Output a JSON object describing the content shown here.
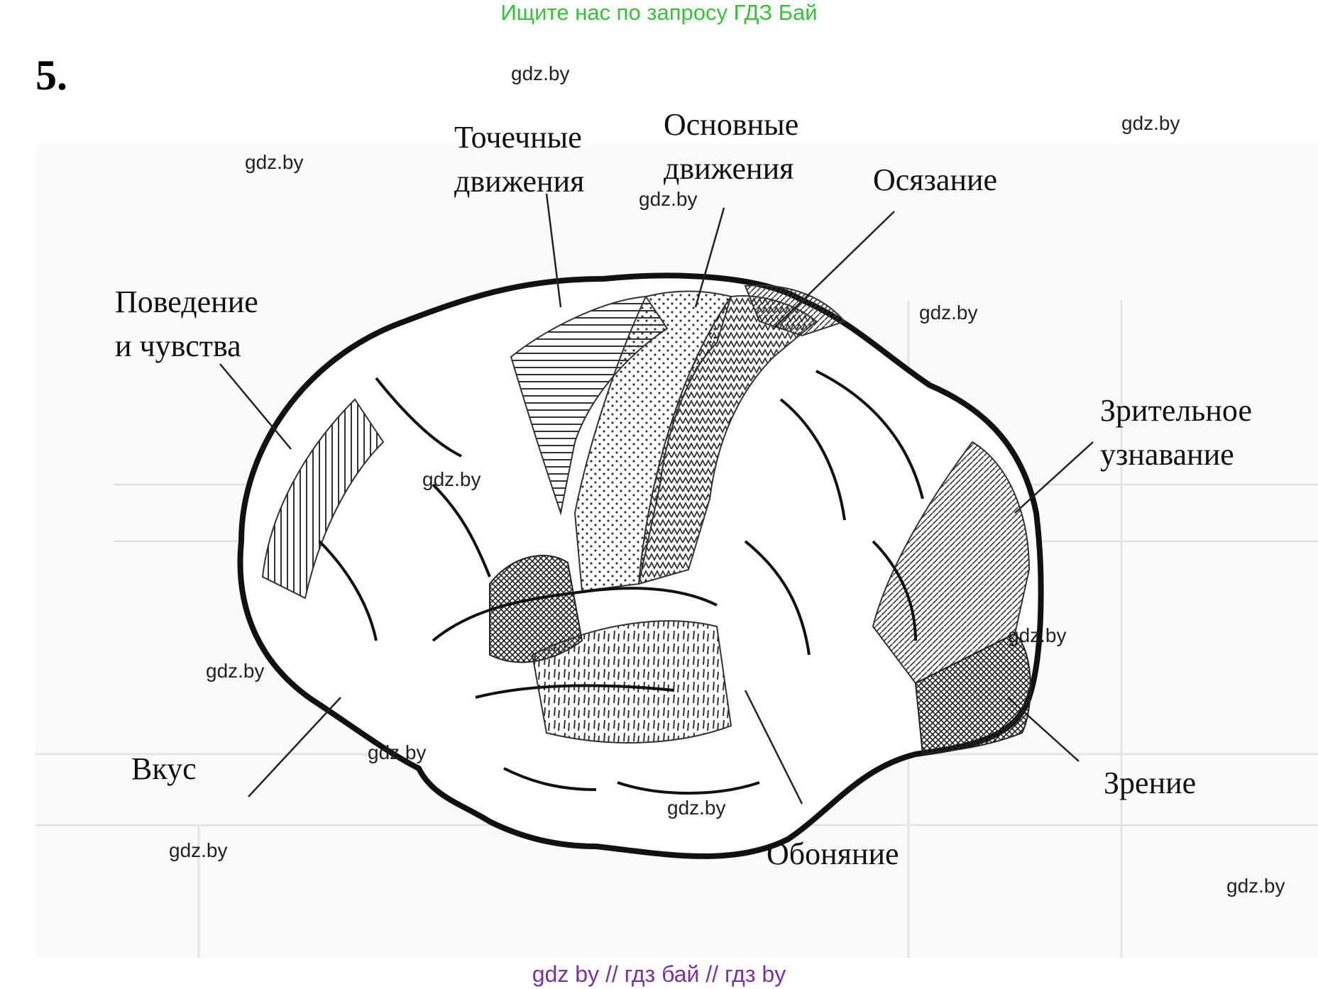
{
  "header": {
    "text": "Ищите нас по запросу ГДЗ Бай"
  },
  "task": {
    "number": "5."
  },
  "diagram": {
    "labels": {
      "behavior": {
        "line1": "Поведение",
        "line2": "и чувства"
      },
      "fine_movements": {
        "line1": "Точечные",
        "line2": "движения"
      },
      "basic_movements": {
        "line1": "Основные",
        "line2": "движения"
      },
      "touch": {
        "line1": "Осязание"
      },
      "visual_recognition": {
        "line1": "Зрительное",
        "line2": "узнавание"
      },
      "vision": {
        "line1": "Зрение"
      },
      "smell": {
        "line1": "Обоняние"
      },
      "taste": {
        "line1": "Вкус"
      }
    },
    "colors": {
      "outline": "#111111",
      "hatch": "#333333",
      "dark_area": "#3a3a3a"
    }
  },
  "watermarks": {
    "w1": "gdz.by",
    "w2": "gdz.by",
    "w3": "gdz.by",
    "w4": "gdz.by",
    "w5": "gdz.by",
    "w6": "gdz.by",
    "w7": "gdz.by",
    "w8": "gdz.by",
    "w9": "gdz.by",
    "w10": "gdz.by",
    "w11": "gdz.by",
    "w12": "gdz.by"
  },
  "footer": {
    "text": "gdz by  //  гдз бай  //  гдз by"
  }
}
